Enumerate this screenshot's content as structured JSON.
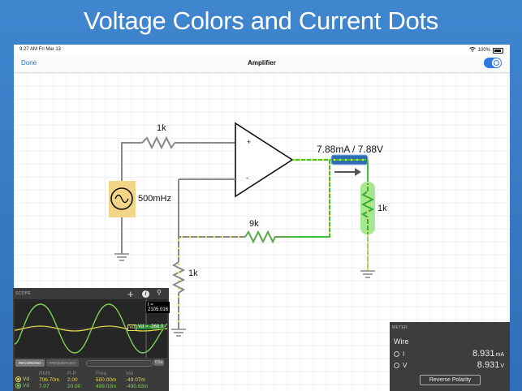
{
  "headline": "Voltage Colors and Current Dots",
  "status_bar": {
    "time": "9:27 AM  Fri Mar 13",
    "battery": "100%"
  },
  "nav": {
    "done_label": "Done",
    "title": "Amplifier",
    "toggle_on": true
  },
  "circuit": {
    "r_input_label": "1k",
    "source_label": "500mHz",
    "r_feedback_label": "9k",
    "r_ground_label": "1k",
    "r_load_label": "1k",
    "probe_reading": "7.88mA / 7.88V",
    "opamp_plus": "+",
    "opamp_minus": "-"
  },
  "scope": {
    "header": "SCOPE",
    "plus": "+",
    "info": "i",
    "time_label": "t = 2105.016",
    "vd_tag": "Vd",
    "vd_value": "Vd = -368.0",
    "tabs": [
      "RECORDING",
      "FREQUENCIES"
    ],
    "speed_button": "0.5s",
    "columns": [
      "",
      "RMS",
      "P-P",
      "Freq",
      "Val"
    ],
    "rows": [
      {
        "name": "Vd",
        "rms": "706.70m",
        "pp": "2.00",
        "freq": "500.00m",
        "val": "-49.07m",
        "color": "#e6d94a"
      },
      {
        "name": "Vd",
        "rms": "7.07",
        "pp": "20.00",
        "freq": "499.03m",
        "val": "-490.63m",
        "color": "#7ccf56"
      }
    ]
  },
  "meter": {
    "header": "METER",
    "name": "Wire",
    "readings": [
      {
        "label": "I",
        "value": "8.931",
        "unit": "mA"
      },
      {
        "label": "V",
        "value": "8.931",
        "unit": "V"
      }
    ],
    "reverse_label": "Reverse Polarity"
  },
  "colors": {
    "background": "#3a7fcc",
    "wire_neutral": "#8a8a8a",
    "wire_positive": "#3fbf3f",
    "current_dot": "#f2e22b",
    "selection": "#2f6db3"
  }
}
